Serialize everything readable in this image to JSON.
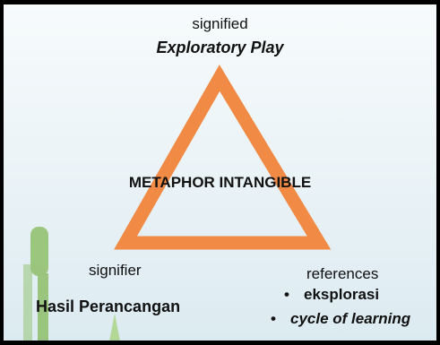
{
  "diagram": {
    "signified_label": "signified",
    "signified_value": "Exploratory Play",
    "center_title": "METAPHOR INTANGIBLE",
    "signifier_label": "signifier",
    "signifier_value": "Hasil Perancangan",
    "references_label": "references",
    "references": [
      "eksplorasi",
      "cycle of learning"
    ]
  },
  "colors": {
    "triangle": "#f08a45",
    "statue": "#8fbf6a",
    "frame": "#000000"
  }
}
